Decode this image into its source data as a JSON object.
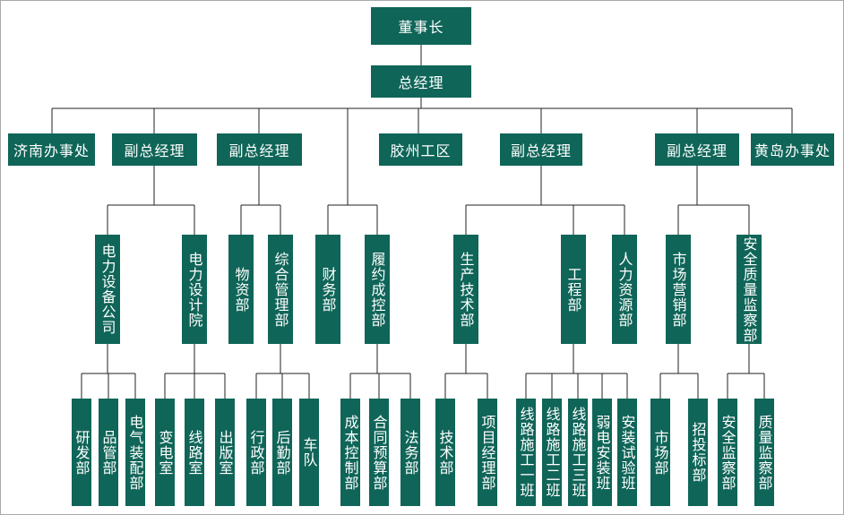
{
  "chairman": "董事长",
  "gm": "总经理",
  "level2": {
    "jinan": "济南办事处",
    "vgm1": "副总经理",
    "vgm2": "副总经理",
    "jiaozhou": "胶州工区",
    "vgm3": "副总经理",
    "vgm4": "副总经理",
    "huangdao": "黄岛办事处"
  },
  "level3": {
    "power_equipment": "电力设备公司",
    "power_design": "电力设计院",
    "materials": "物资部",
    "general_mgmt": "综合管理部",
    "finance": "财务部",
    "contract_control": "履约成控部",
    "production_tech": "生产技术部",
    "engineering": "工程部",
    "hr": "人力资源部",
    "marketing": "市场营销部",
    "safety_quality": "安全质量监察部"
  },
  "level4": {
    "rd": "研发部",
    "quality_mgmt": "品管部",
    "electrical_assembly": "电气装配部",
    "substation": "变电室",
    "line_room": "线路室",
    "publishing": "出版室",
    "administration": "行政部",
    "logistics": "后勤部",
    "fleet": "车队",
    "cost_control": "成本控制部",
    "contract_budget": "合同预算部",
    "legal": "法务部",
    "tech_dept": "技术部",
    "project_mgmt": "项目经理部",
    "line_team1": "线路施工一班",
    "line_team2": "线路施工二班",
    "line_team3": "线路施工三班",
    "weak_current": "弱电安装班",
    "install_test": "安装试验班",
    "market_dept": "市场部",
    "bidding": "招投标部",
    "safety_supervision": "安全监察部",
    "quality_supervision": "质量监察部"
  },
  "colors": {
    "box": "#0f6558",
    "text": "#ffffff",
    "line": "#222222",
    "border": "#a9a9a9"
  }
}
